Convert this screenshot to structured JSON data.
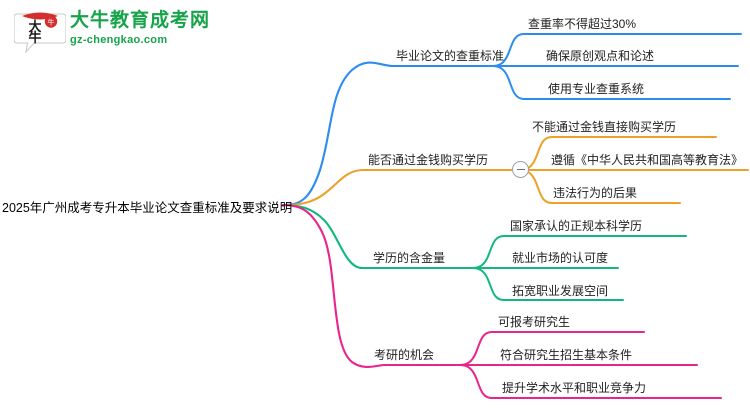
{
  "logo": {
    "mark_text": "大牛",
    "name_cn": "大牛教育成考网",
    "domain": "gz-chengkao.com",
    "brand_color": "#16a34a",
    "mark_color": "#d32f2f"
  },
  "mindmap": {
    "root": {
      "label": "2025年广州成考专升本毕业论文查重标准及要求说明"
    },
    "branches": [
      {
        "label": "毕业论文的查重标准",
        "color": "#2d8cf0",
        "collapsed_toggle": false,
        "children": [
          {
            "label": "查重率不得超过30%"
          },
          {
            "label": "确保原创观点和论述"
          },
          {
            "label": "使用专业查重系统"
          }
        ]
      },
      {
        "label": "能否通过金钱购买学历",
        "color": "#eda12a",
        "collapsed_toggle": true,
        "toggle_icon": "minus-circle-icon",
        "children": [
          {
            "label": "不能通过金钱直接购买学历"
          },
          {
            "label": "遵循《中华人民共和国高等教育法》"
          },
          {
            "label": "违法行为的后果"
          }
        ]
      },
      {
        "label": "学历的含金量",
        "color": "#11b981",
        "collapsed_toggle": false,
        "children": [
          {
            "label": "国家承认的正规本科学历"
          },
          {
            "label": "就业市场的认可度"
          },
          {
            "label": "拓宽职业发展空间"
          }
        ]
      },
      {
        "label": "考研的机会",
        "color": "#e8258c",
        "collapsed_toggle": false,
        "children": [
          {
            "label": "可报考研究生"
          },
          {
            "label": "符合研究生招生基本条件"
          },
          {
            "label": "提升学术水平和职业竞争力"
          }
        ]
      }
    ]
  }
}
